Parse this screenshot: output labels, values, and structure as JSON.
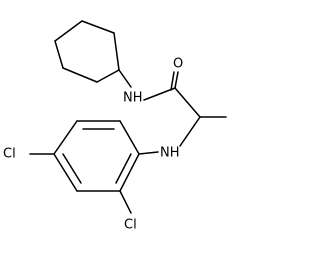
{
  "molecule": {
    "atoms": {
      "oxygen": "O",
      "amide_nitrogen": "NH",
      "amine_nitrogen": "NH",
      "chlorine_ortho": "Cl",
      "chlorine_para": "Cl"
    }
  }
}
